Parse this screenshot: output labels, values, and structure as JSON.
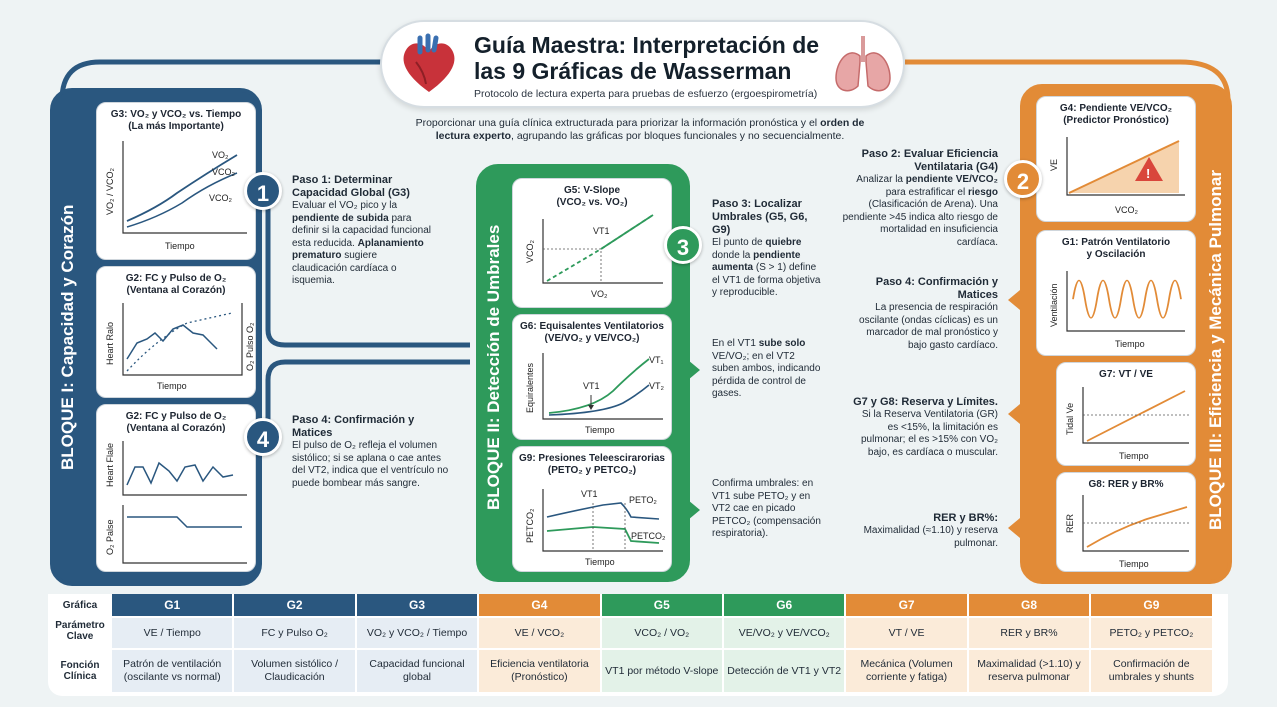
{
  "header": {
    "title": "Guía Maestra: Interpretación de las 9 Gráficas de Wasserman",
    "subtitle": "Protocolo de lectura experta para pruebas de esfuerzo (ergoespirometría)",
    "intro_a": "Proporcionar una guía clínica extructurada para priorizar la información pronóstica y el ",
    "intro_b": "orden de lectura experto",
    "intro_c": ", agrupando las gráficas por bloques funcionales y no secuencialmente."
  },
  "blocks": {
    "b1": "BLOQUE I: Capacidad y Corazón",
    "b2": "BLOQUE II: Detección de Umbrales",
    "b3": "BLOQUE III: Eficiencia y Mecánica Pulmonar"
  },
  "cards": {
    "g3": {
      "title": "G3: VO₂ y VCO₂ vs. Tiempo",
      "title2": "(La más Importante)",
      "ylab": "VO₂ / VCO₂",
      "xlab": "Tiempo",
      "s1": "VO₂",
      "s2": "VCO₂",
      "s3": "VCO₂"
    },
    "g2a": {
      "title": "G2: FC y Pulso de O₂",
      "title2": "(Ventana al Corazón)",
      "ylab": "Heart Ralo",
      "ylab2": "O₂ Pulso O₂",
      "xlab": "Tiempo"
    },
    "g2b": {
      "title": "G2: FC y Pulso de O₂",
      "title2": "(Ventana al Corazón)",
      "ylab": "Heart Flale",
      "ylab2": "O₂ Palse"
    },
    "g5": {
      "title": "G5: V-Slope",
      "title2": "(VCO₂ vs. VO₂)",
      "ylab": "VCO₂",
      "xlab": "VO₂",
      "mark": "VT1"
    },
    "g6": {
      "title": "G6: Equisalentes Ventilatorios",
      "title2": "(VE/VO₂ y VE/VCO₂)",
      "ylab": "Equiralentes",
      "xlab": "Tiempo",
      "mark": "VT1",
      "s1": "VT₁",
      "s2": "VT₂"
    },
    "g9": {
      "title": "G9: Presiones Teleescirarorias",
      "title2": "(PETO₂ y PETCO₂)",
      "ylab": "PETCO₂",
      "xlab": "Tiempo",
      "mark": "VT1",
      "s1": "PETO₂",
      "s2": "PETCO₂"
    },
    "g4": {
      "title": "G4: Pendiente VE/VCO₂",
      "title2": "(Predictor Pronóstico)",
      "ylab": "VE",
      "xlab": "VCO₂"
    },
    "g1": {
      "title": "G1: Patrón Ventilatorio",
      "title2": "y Oscilación",
      "ylab": "Ventilación",
      "xlab": "Tiempo"
    },
    "g7": {
      "title": "G7: VT / VE",
      "ylab": "Tidal Ve",
      "xlab": "Tiempo"
    },
    "g8": {
      "title": "G8: RER y BR%",
      "ylab": "RER",
      "xlab": "Tiempo"
    }
  },
  "steps": {
    "s1": {
      "num": "1",
      "head": "Paso 1: Determinar Capacidad Global (G3)",
      "p1": "Evaluar el VO₂ pico y la ",
      "p1b": "pendiente de subida",
      "p1c": " para definir si la capacidad funcional esta reducida. ",
      "p2b": "Aplanamiento prematuro",
      "p2c": " sugiere claudicación cardíaca o isquemia."
    },
    "s4a": {
      "num": "4",
      "head": "Paso 4: Confirmación y Matices",
      "p": "El pulso de O₂ refleja el volumen sistólico; si se aplana o cae antes del VT2, indica que el ventrículo no puede bombear más sangre."
    },
    "s3": {
      "num": "3",
      "head": "Paso 3: Localizar Umbrales (G5, G6, G9)",
      "p1": "El punto de ",
      "p1b": "quiebre",
      "p1c": " donde la ",
      "p1d": "pendiente aumenta",
      "p1e": " (S > 1) define el VT1 de forma objetiva y reproducible."
    },
    "g6n": {
      "p1": "En el VT1 ",
      "p1b": "sube solo",
      "p1c": " VE/VO₂; en el VT2 suben ambos, indicando pérdida de control de gases."
    },
    "g9n": {
      "p": "Confirma umbrales: en VT1 sube PETO₂ y en VT2 cae en picado PETCO₂ (compensación respiratoria)."
    },
    "s2": {
      "num": "2",
      "head": "Paso 2: Evaluar Eficiencia Ventilataria (G4)",
      "p1": "Analizar la ",
      "p1b": "pendiente VE/VCO₂",
      "p1c": " para estrafificar el ",
      "p1d": "riesgo",
      "p1e": " (Clasificación de Arena). Una pendiente >45 indica alto riesgo de mortalidad en insuficiencia cardíaca."
    },
    "s4b": {
      "head": "Paso 4: Confirmación y Matices",
      "p": "La presencia de respiración oscilante (ondas cíclicas) es un marcador de mal pronóstico y bajo gasto cardíaco."
    },
    "g78n": {
      "head": "G7 y G8: Reserva y Límites.",
      "p": "Si la Reserva Ventilatoria (GR) es <15%, la limitación es pulmonar; el es >15% con VO₂ bajo, es cardíaca o muscular."
    },
    "rern": {
      "head": "RER y BR%:",
      "p": "Maximalidad (≈1.10) y reserva pulmonar."
    }
  },
  "table": {
    "row_labels": [
      "Gráfica",
      "Parámetro Clave",
      "Fonción Clínica"
    ],
    "cols": [
      {
        "g": "G1",
        "param": "VE / Tiempo",
        "func": "Patrón de ventilación (oscilante vs normal)",
        "color": "#2a577f",
        "bg": "#e6edf4"
      },
      {
        "g": "G2",
        "param": "FC y Pulso O₂",
        "func": "Volumen sistólico / Claudicación",
        "color": "#2a577f",
        "bg": "#e6edf4"
      },
      {
        "g": "G3",
        "param": "VO₂ y VCO₂ / Tiempo",
        "func": "Capacidad funcional global",
        "color": "#2a577f",
        "bg": "#e6edf4"
      },
      {
        "g": "G4",
        "param": "VE / VCO₂",
        "func": "Eficiencia ventilatoria (Pronóstico)",
        "color": "#e28b37",
        "bg": "#fbebd9"
      },
      {
        "g": "G5",
        "param": "VCO₂ / VO₂",
        "func": "VT1 por método V-slope",
        "color": "#2e9a5b",
        "bg": "#e3f2e8"
      },
      {
        "g": "G6",
        "param": "VE/VO₂ y VE/VCO₂",
        "func": "Detección de VT1 y VT2",
        "color": "#2e9a5b",
        "bg": "#e3f2e8"
      },
      {
        "g": "G7",
        "param": "VT / VE",
        "func": "Mecánica (Volumen corriente y fatiga)",
        "color": "#e28b37",
        "bg": "#fbebd9"
      },
      {
        "g": "G8",
        "param": "RER y BR%",
        "func": "Maximalidad (>1.10) y reserva pulmonar",
        "color": "#e28b37",
        "bg": "#fbebd9"
      },
      {
        "g": "G9",
        "param": "PETO₂ y PETCO₂",
        "func": "Confirmación de umbrales y shunts",
        "color": "#e28b37",
        "bg": "#fbebd9"
      }
    ]
  }
}
